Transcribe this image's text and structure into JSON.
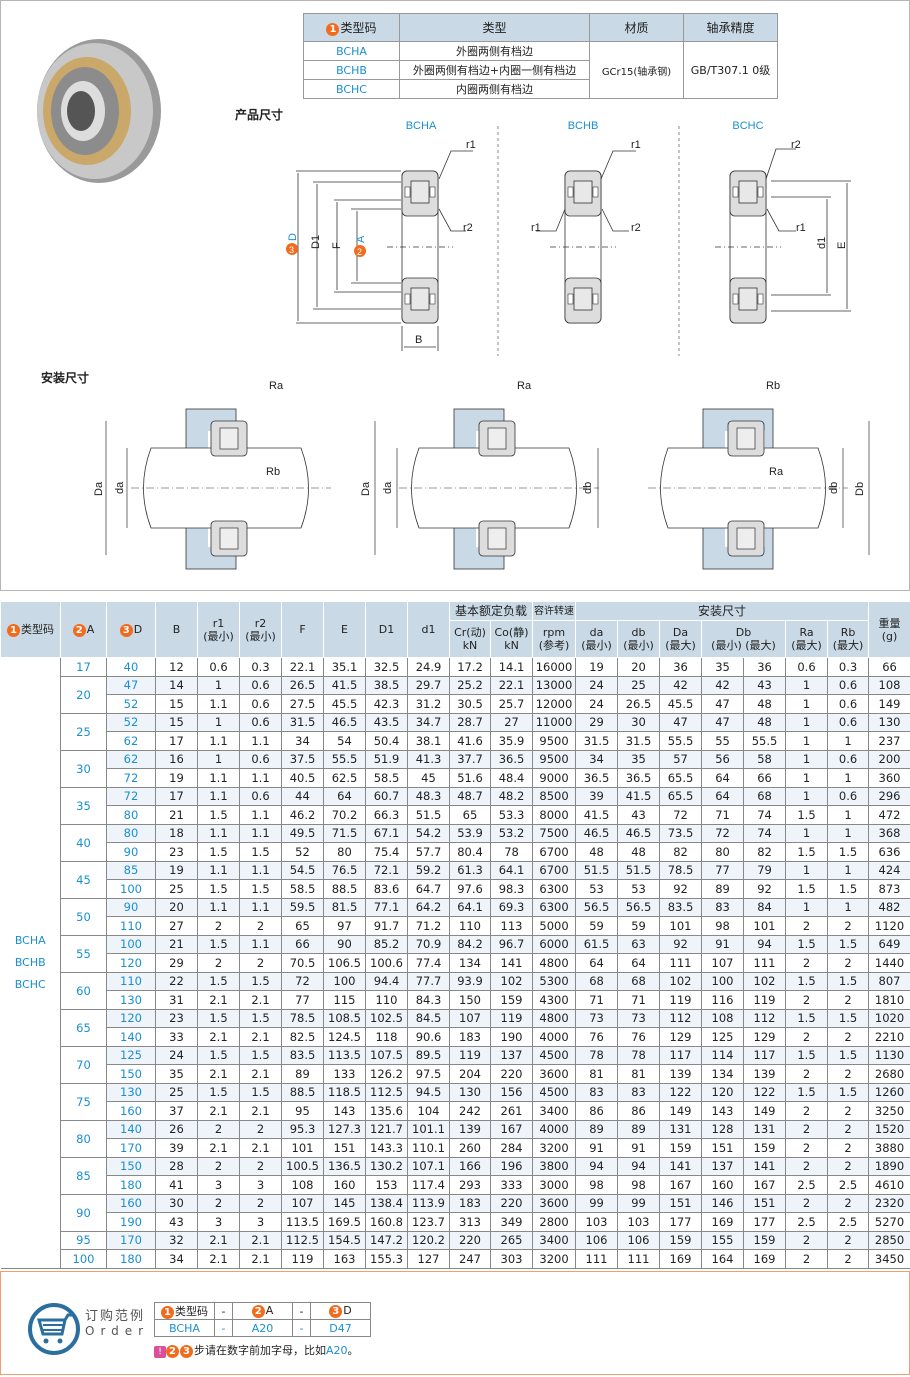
{
  "spec_table": {
    "headers": [
      "类型码",
      "类型",
      "材质",
      "轴承精度"
    ],
    "header_num": "1",
    "rows": [
      {
        "code": "BCHA",
        "type": "外圈两侧有档边"
      },
      {
        "code": "BCHB",
        "type": "外圈两侧有档边+内圈一侧有档边"
      },
      {
        "code": "BCHC",
        "type": "内圈两侧有档边"
      }
    ],
    "material": "GCr15(轴承钢)",
    "precision": "GB/T307.1 0级"
  },
  "sections": {
    "product_dims": "产品尺寸",
    "install_dims": "安装尺寸"
  },
  "drawings": {
    "titles": [
      "BCHA",
      "BCHB",
      "BCHC"
    ],
    "r1": "r1",
    "r2": "r2",
    "D": "D",
    "A": "A",
    "D1": "D1",
    "F": "F",
    "B": "B",
    "d1": "d1",
    "E": "E",
    "Ra": "Ra",
    "Rb": "Rb",
    "Da": "Da",
    "da": "da",
    "db": "db",
    "Db": "Db",
    "n2": "2",
    "n3": "3"
  },
  "colors": {
    "accent": "#1a8fd0",
    "header": "#c9dae6",
    "badge": "#f26b1d"
  },
  "table": {
    "headers": {
      "type": "类型码",
      "A": "A",
      "D": "D",
      "B": "B",
      "r1": "r1",
      "r2": "r2",
      "min": "(最小)",
      "max": "(最大)",
      "F": "F",
      "E": "E",
      "D1": "D1",
      "d1": "d1",
      "load": "基本额定负载",
      "Cr": "Cr(动)",
      "Co": "Co(静)",
      "kN": "kN",
      "speed": "容许转速",
      "rpm": "rpm",
      "ref": "(参考)",
      "install": "安装尺寸",
      "da": "da",
      "db": "db",
      "Da": "Da",
      "Db": "Db",
      "Ra": "Ra",
      "Rb": "Rb",
      "weight": "重量",
      "g": "(g)",
      "n1": "1",
      "n2": "2",
      "n3": "3"
    },
    "types": [
      "BCHA",
      "BCHB",
      "BCHC"
    ],
    "rows": [
      [
        "17",
        "40",
        "12",
        "0.6",
        "0.3",
        "22.1",
        "35.1",
        "32.5",
        "24.9",
        "17.2",
        "14.1",
        "16000",
        "19",
        "20",
        "36",
        "35",
        "36",
        "0.6",
        "0.3",
        "66"
      ],
      [
        "20",
        "47",
        "14",
        "1",
        "0.6",
        "26.5",
        "41.5",
        "38.5",
        "29.7",
        "25.2",
        "22.1",
        "13000",
        "24",
        "25",
        "42",
        "42",
        "43",
        "1",
        "0.6",
        "108"
      ],
      [
        "20",
        "52",
        "15",
        "1.1",
        "0.6",
        "27.5",
        "45.5",
        "42.3",
        "31.2",
        "30.5",
        "25.7",
        "12000",
        "24",
        "26.5",
        "45.5",
        "47",
        "48",
        "1",
        "0.6",
        "149"
      ],
      [
        "25",
        "52",
        "15",
        "1",
        "0.6",
        "31.5",
        "46.5",
        "43.5",
        "34.7",
        "28.7",
        "27",
        "11000",
        "29",
        "30",
        "47",
        "47",
        "48",
        "1",
        "0.6",
        "130"
      ],
      [
        "25",
        "62",
        "17",
        "1.1",
        "1.1",
        "34",
        "54",
        "50.4",
        "38.1",
        "41.6",
        "35.9",
        "9500",
        "31.5",
        "31.5",
        "55.5",
        "55",
        "55.5",
        "1",
        "1",
        "237"
      ],
      [
        "30",
        "62",
        "16",
        "1",
        "0.6",
        "37.5",
        "55.5",
        "51.9",
        "41.3",
        "37.7",
        "36.5",
        "9500",
        "34",
        "35",
        "57",
        "56",
        "58",
        "1",
        "0.6",
        "200"
      ],
      [
        "30",
        "72",
        "19",
        "1.1",
        "1.1",
        "40.5",
        "62.5",
        "58.5",
        "45",
        "51.6",
        "48.4",
        "9000",
        "36.5",
        "36.5",
        "65.5",
        "64",
        "66",
        "1",
        "1",
        "360"
      ],
      [
        "35",
        "72",
        "17",
        "1.1",
        "0.6",
        "44",
        "64",
        "60.7",
        "48.3",
        "48.7",
        "48.2",
        "8500",
        "39",
        "41.5",
        "65.5",
        "64",
        "68",
        "1",
        "0.6",
        "296"
      ],
      [
        "35",
        "80",
        "21",
        "1.5",
        "1.1",
        "46.2",
        "70.2",
        "66.3",
        "51.5",
        "65",
        "53.3",
        "8000",
        "41.5",
        "43",
        "72",
        "71",
        "74",
        "1.5",
        "1",
        "472"
      ],
      [
        "40",
        "80",
        "18",
        "1.1",
        "1.1",
        "49.5",
        "71.5",
        "67.1",
        "54.2",
        "53.9",
        "53.2",
        "7500",
        "46.5",
        "46.5",
        "73.5",
        "72",
        "74",
        "1",
        "1",
        "368"
      ],
      [
        "40",
        "90",
        "23",
        "1.5",
        "1.5",
        "52",
        "80",
        "75.4",
        "57.7",
        "80.4",
        "78",
        "6700",
        "48",
        "48",
        "82",
        "80",
        "82",
        "1.5",
        "1.5",
        "636"
      ],
      [
        "45",
        "85",
        "19",
        "1.1",
        "1.1",
        "54.5",
        "76.5",
        "72.1",
        "59.2",
        "61.3",
        "64.1",
        "6700",
        "51.5",
        "51.5",
        "78.5",
        "77",
        "79",
        "1",
        "1",
        "424"
      ],
      [
        "45",
        "100",
        "25",
        "1.5",
        "1.5",
        "58.5",
        "88.5",
        "83.6",
        "64.7",
        "97.6",
        "98.3",
        "6300",
        "53",
        "53",
        "92",
        "89",
        "92",
        "1.5",
        "1.5",
        "873"
      ],
      [
        "50",
        "90",
        "20",
        "1.1",
        "1.1",
        "59.5",
        "81.5",
        "77.1",
        "64.2",
        "64.1",
        "69.3",
        "6300",
        "56.5",
        "56.5",
        "83.5",
        "83",
        "84",
        "1",
        "1",
        "482"
      ],
      [
        "50",
        "110",
        "27",
        "2",
        "2",
        "65",
        "97",
        "91.7",
        "71.2",
        "110",
        "113",
        "5000",
        "59",
        "59",
        "101",
        "98",
        "101",
        "2",
        "2",
        "1120"
      ],
      [
        "55",
        "100",
        "21",
        "1.5",
        "1.1",
        "66",
        "90",
        "85.2",
        "70.9",
        "84.2",
        "96.7",
        "6000",
        "61.5",
        "63",
        "92",
        "91",
        "94",
        "1.5",
        "1.5",
        "649"
      ],
      [
        "55",
        "120",
        "29",
        "2",
        "2",
        "70.5",
        "106.5",
        "100.6",
        "77.4",
        "134",
        "141",
        "4800",
        "64",
        "64",
        "111",
        "107",
        "111",
        "2",
        "2",
        "1440"
      ],
      [
        "60",
        "110",
        "22",
        "1.5",
        "1.5",
        "72",
        "100",
        "94.4",
        "77.7",
        "93.9",
        "102",
        "5300",
        "68",
        "68",
        "102",
        "100",
        "102",
        "1.5",
        "1.5",
        "807"
      ],
      [
        "60",
        "130",
        "31",
        "2.1",
        "2.1",
        "77",
        "115",
        "110",
        "84.3",
        "150",
        "159",
        "4300",
        "71",
        "71",
        "119",
        "116",
        "119",
        "2",
        "2",
        "1810"
      ],
      [
        "65",
        "120",
        "23",
        "1.5",
        "1.5",
        "78.5",
        "108.5",
        "102.5",
        "84.5",
        "107",
        "119",
        "4800",
        "73",
        "73",
        "112",
        "108",
        "112",
        "1.5",
        "1.5",
        "1020"
      ],
      [
        "65",
        "140",
        "33",
        "2.1",
        "2.1",
        "82.5",
        "124.5",
        "118",
        "90.6",
        "183",
        "190",
        "4000",
        "76",
        "76",
        "129",
        "125",
        "129",
        "2",
        "2",
        "2210"
      ],
      [
        "70",
        "125",
        "24",
        "1.5",
        "1.5",
        "83.5",
        "113.5",
        "107.5",
        "89.5",
        "119",
        "137",
        "4500",
        "78",
        "78",
        "117",
        "114",
        "117",
        "1.5",
        "1.5",
        "1130"
      ],
      [
        "70",
        "150",
        "35",
        "2.1",
        "2.1",
        "89",
        "133",
        "126.2",
        "97.5",
        "204",
        "220",
        "3600",
        "81",
        "81",
        "139",
        "134",
        "139",
        "2",
        "2",
        "2680"
      ],
      [
        "75",
        "130",
        "25",
        "1.5",
        "1.5",
        "88.5",
        "118.5",
        "112.5",
        "94.5",
        "130",
        "156",
        "4500",
        "83",
        "83",
        "122",
        "120",
        "122",
        "1.5",
        "1.5",
        "1260"
      ],
      [
        "75",
        "160",
        "37",
        "2.1",
        "2.1",
        "95",
        "143",
        "135.6",
        "104",
        "242",
        "261",
        "3400",
        "86",
        "86",
        "149",
        "143",
        "149",
        "2",
        "2",
        "3250"
      ],
      [
        "80",
        "140",
        "26",
        "2",
        "2",
        "95.3",
        "127.3",
        "121.7",
        "101.1",
        "139",
        "167",
        "4000",
        "89",
        "89",
        "131",
        "128",
        "131",
        "2",
        "2",
        "1520"
      ],
      [
        "80",
        "170",
        "39",
        "2.1",
        "2.1",
        "101",
        "151",
        "143.3",
        "110.1",
        "260",
        "284",
        "3200",
        "91",
        "91",
        "159",
        "151",
        "159",
        "2",
        "2",
        "3880"
      ],
      [
        "85",
        "150",
        "28",
        "2",
        "2",
        "100.5",
        "136.5",
        "130.2",
        "107.1",
        "166",
        "196",
        "3800",
        "94",
        "94",
        "141",
        "137",
        "141",
        "2",
        "2",
        "1890"
      ],
      [
        "85",
        "180",
        "41",
        "3",
        "3",
        "108",
        "160",
        "153",
        "117.4",
        "293",
        "333",
        "3000",
        "98",
        "98",
        "167",
        "160",
        "167",
        "2.5",
        "2.5",
        "4610"
      ],
      [
        "90",
        "160",
        "30",
        "2",
        "2",
        "107",
        "145",
        "138.4",
        "113.9",
        "183",
        "220",
        "3600",
        "99",
        "99",
        "151",
        "146",
        "151",
        "2",
        "2",
        "2320"
      ],
      [
        "90",
        "190",
        "43",
        "3",
        "3",
        "113.5",
        "169.5",
        "160.8",
        "123.7",
        "313",
        "349",
        "2800",
        "103",
        "103",
        "177",
        "169",
        "177",
        "2.5",
        "2.5",
        "5270"
      ],
      [
        "95",
        "170",
        "32",
        "2.1",
        "2.1",
        "112.5",
        "154.5",
        "147.2",
        "120.2",
        "220",
        "265",
        "3400",
        "106",
        "106",
        "159",
        "155",
        "159",
        "2",
        "2",
        "2850"
      ],
      [
        "100",
        "180",
        "34",
        "2.1",
        "2.1",
        "119",
        "163",
        "155.3",
        "127",
        "247",
        "303",
        "3200",
        "111",
        "111",
        "169",
        "164",
        "169",
        "2",
        "2",
        "3450"
      ]
    ]
  },
  "order": {
    "title": "订购范例",
    "subtitle": "Order",
    "headers": [
      "类型码",
      "-",
      "A",
      "-",
      "D"
    ],
    "values": [
      "BCHA",
      "-",
      "A20",
      "-",
      "D47"
    ],
    "note": "步请在数字前加字母，比如",
    "note_example": "A20",
    "note_end": "。",
    "icon": "cart-icon"
  }
}
